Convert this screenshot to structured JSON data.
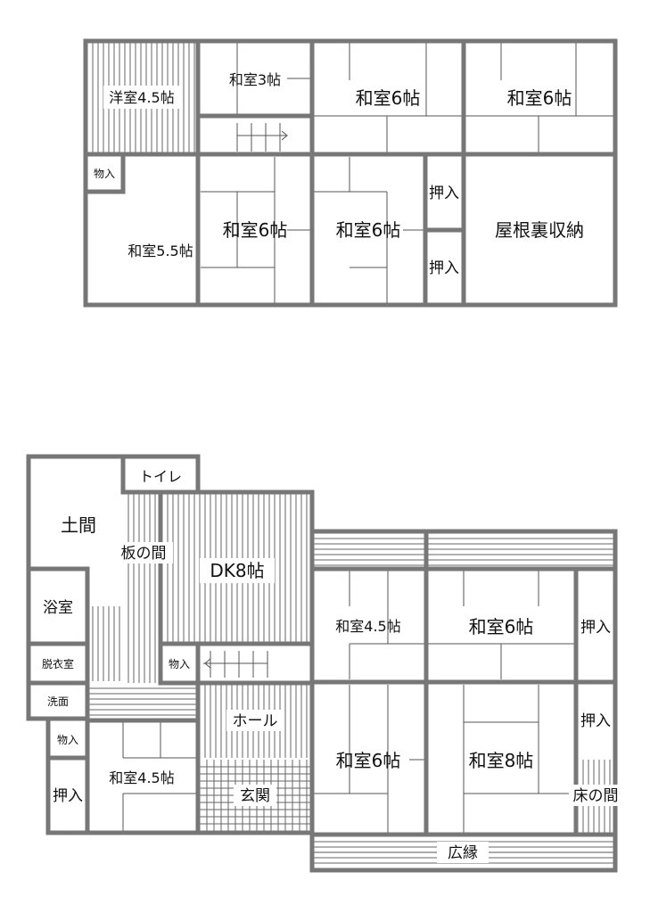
{
  "upper_floor": {
    "rooms": {
      "yoshitsu": "洋室4.5帖",
      "washitsu3": "和室3帖",
      "washitsu6_a": "和室6帖",
      "washitsu6_b": "和室6帖",
      "monoire": "物入",
      "washitsu55": "和室5.5帖",
      "washitsu6_c": "和室6帖",
      "washitsu6_d": "和室6帖",
      "oshiire_a": "押入",
      "oshiire_b": "押入",
      "yaneura": "屋根裏収納"
    }
  },
  "lower_floor": {
    "rooms": {
      "toilet": "トイレ",
      "doma": "土間",
      "itanoma": "板の間",
      "dk": "DK8帖",
      "bath": "浴室",
      "datsui": "脱衣室",
      "senmen": "洗面",
      "monoire_a": "物入",
      "washitsu45_a": "和室4.5帖",
      "washitsu6_a": "和室6帖",
      "oshiire_a": "押入",
      "hall": "ホール",
      "oshiire_b": "押入",
      "monoire_b": "物入",
      "oshiire_c": "押入",
      "washitsu45_b": "和室4.5帖",
      "genkan": "玄関",
      "washitsu6_b": "和室6帖",
      "washitsu8": "和室8帖",
      "tokonoma": "床の間",
      "hiroen": "広縁"
    }
  }
}
